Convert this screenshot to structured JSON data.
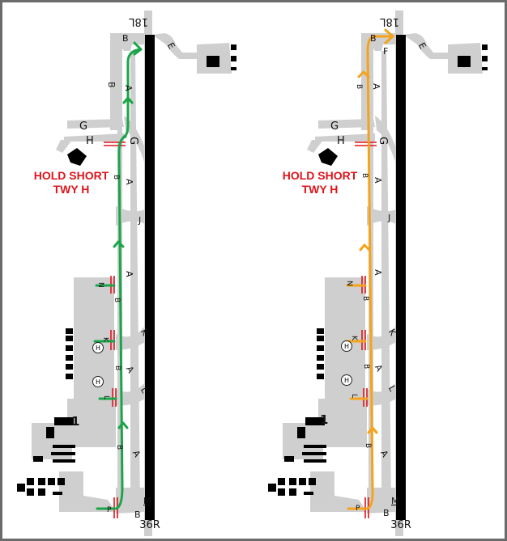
{
  "figure": {
    "type": "airport taxi diagram comparison",
    "panels": [
      {
        "id": "left",
        "route_color": "#1aa54a",
        "hold_short_note": {
          "line1": "HOLD SHORT",
          "line2": "TWY H"
        },
        "runway": {
          "top_label": "18L",
          "bottom_label": "36R"
        },
        "taxiway_labels": {
          "top_B": "B",
          "E": "E",
          "B_upper": "B",
          "A_upper": "A",
          "G_left": "G",
          "H": "H",
          "G_right": "G",
          "B_mid": "B",
          "A_mid": "A",
          "J": "J",
          "A_lower": "A",
          "N": "N",
          "B_lower": "B",
          "K_right": "K",
          "K_left": "K",
          "B_lower2": "B",
          "A_lower2": "A",
          "L_right": "L",
          "L_left": "L",
          "B_bottom_mid": "B",
          "A_bottom": "A",
          "M": "M",
          "P": "P",
          "B_bottom": "B"
        },
        "helipads": [
          "H",
          "H"
        ],
        "ramp_number": "1"
      },
      {
        "id": "right",
        "route_color": "#f5a31a",
        "hold_short_note": {
          "line1": "HOLD SHORT",
          "line2": "TWY H"
        },
        "runway": {
          "top_label": "18L",
          "bottom_label": "36R"
        },
        "taxiway_labels": {
          "top_B": "B",
          "F": "F",
          "E": "E",
          "B_upper": "B",
          "A_upper": "A",
          "G_left": "G",
          "H": "H",
          "G_right": "G",
          "B_mid": "B",
          "A_mid": "A",
          "J": "J",
          "A_lower": "A",
          "N": "N",
          "B_lower": "B",
          "K_right": "K",
          "K_left": "K",
          "B_lower2": "B",
          "A_lower2": "A",
          "L_right": "L",
          "L_left": "L",
          "B_bottom_mid": "B",
          "A_bottom": "A",
          "M": "M",
          "P": "P",
          "B_bottom": "B"
        },
        "helipads": [
          "H",
          "H"
        ],
        "ramp_number": "1"
      }
    ],
    "colors": {
      "hold_short_bars": "#e0141b",
      "taxiway_fill": "#cfcfcf",
      "runway": "#000000",
      "frame": "#6b6b6b",
      "note_text": "#e0141b"
    }
  }
}
